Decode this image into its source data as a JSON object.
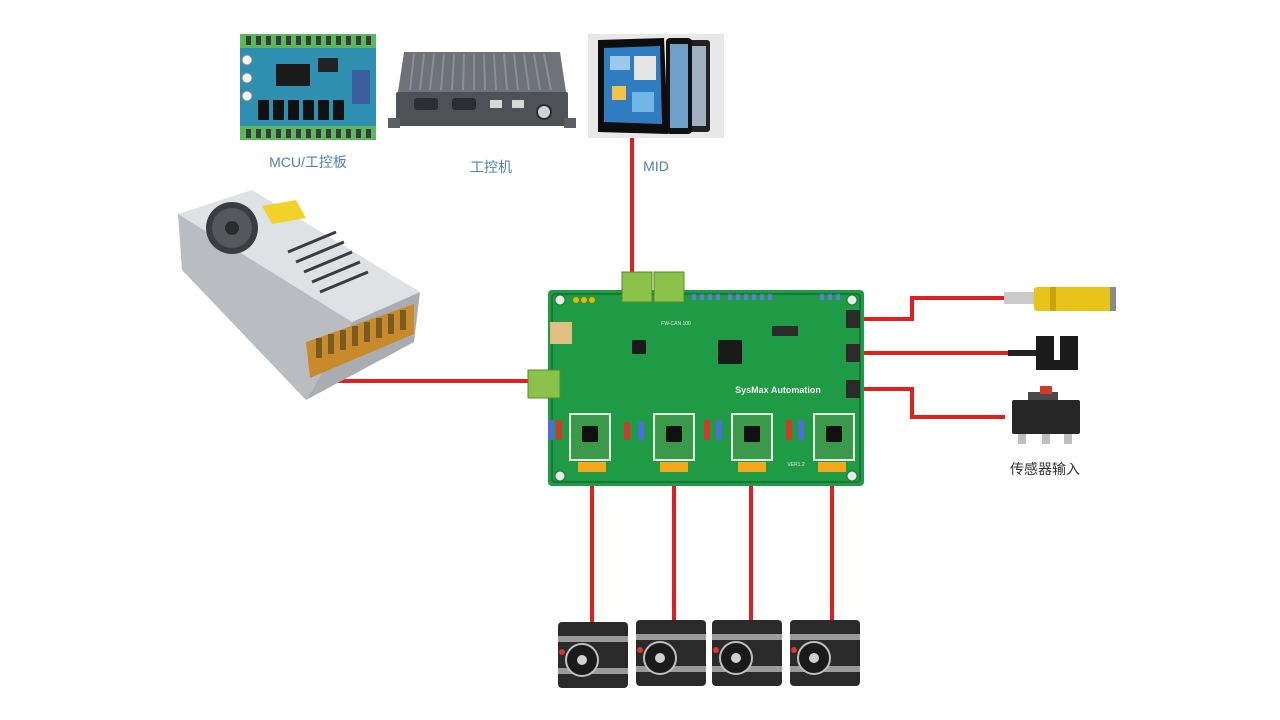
{
  "devices": {
    "mcu_label": "MCU/工控板",
    "ipc_label": "工控机",
    "mid_label": "MID",
    "sensor_label": "传感器输入"
  },
  "board": {
    "brand": "SysMax Automation",
    "model": "FW-CAN 100",
    "version": "VER1.2"
  },
  "colors": {
    "wire": "#e02020",
    "pcb": "#1f9a45",
    "pcb_dark": "#167a36",
    "connector": "#8bc34a",
    "driver_red": "#d23a2a",
    "motor_body": "#2a2a2a",
    "psu_body": "#c9ccd0",
    "label_blue": "#4f7fb5"
  }
}
